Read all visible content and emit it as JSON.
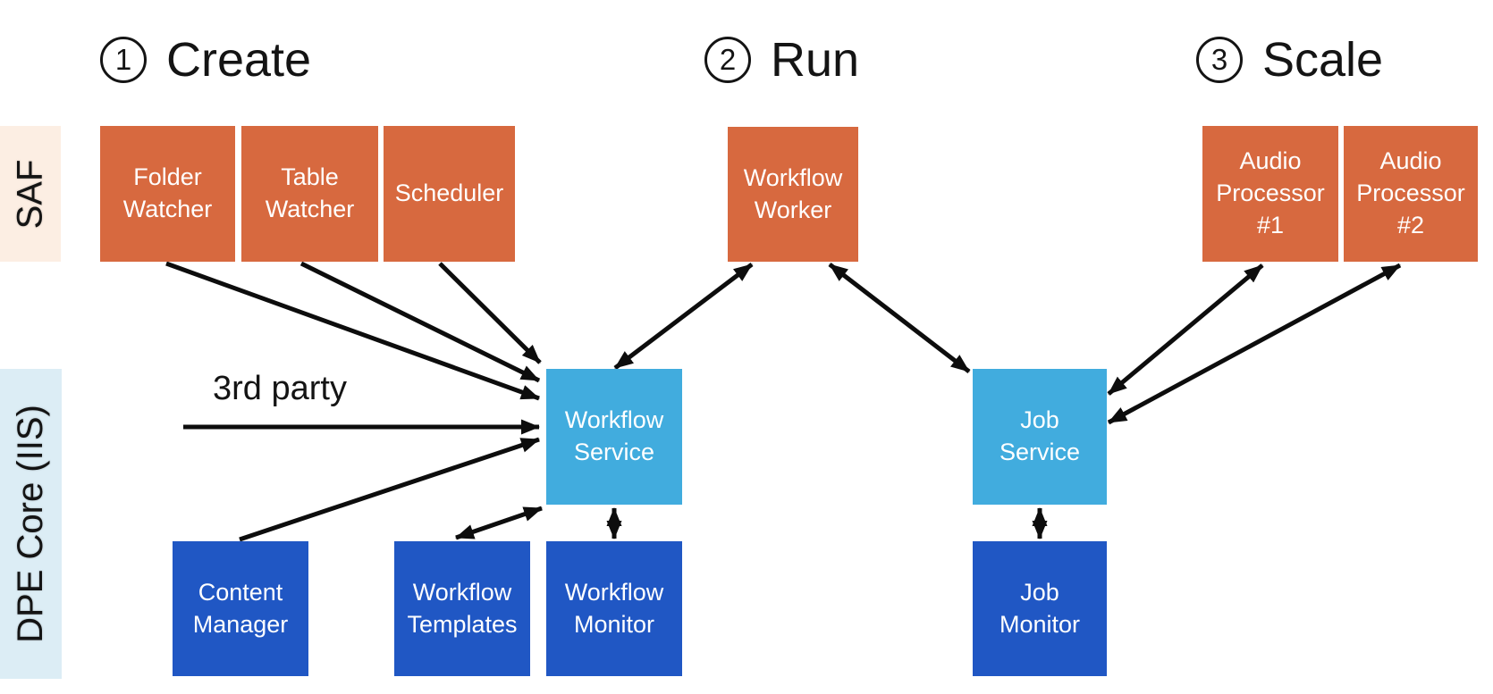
{
  "headers": [
    {
      "number": "1",
      "label": "Create"
    },
    {
      "number": "2",
      "label": "Run"
    },
    {
      "number": "3",
      "label": "Scale"
    }
  ],
  "lanes": [
    {
      "label": "SAF"
    },
    {
      "label": "DPE Core (IIS)"
    }
  ],
  "annotations": {
    "third_party": "3rd party"
  },
  "boxes": {
    "folder_watcher": {
      "label": "Folder\nWatcher",
      "group": "SAF"
    },
    "table_watcher": {
      "label": "Table\nWatcher",
      "group": "SAF"
    },
    "scheduler": {
      "label": "Scheduler",
      "group": "SAF"
    },
    "workflow_worker": {
      "label": "Workflow\nWorker",
      "group": "worker"
    },
    "audio_processor_1": {
      "label": "Audio\nProcessor\n#1",
      "group": "worker"
    },
    "audio_processor_2": {
      "label": "Audio\nProcessor\n#2",
      "group": "worker"
    },
    "workflow_service": {
      "label": "Workflow\nService",
      "group": "DPE Core (IIS)"
    },
    "job_service": {
      "label": "Job\nService",
      "group": "DPE Core (IIS)"
    },
    "content_manager": {
      "label": "Content\nManager",
      "group": "DPE Core (IIS)"
    },
    "workflow_templates": {
      "label": "Workflow\nTemplates",
      "group": "DPE Core (IIS)"
    },
    "workflow_monitor": {
      "label": "Workflow\nMonitor",
      "group": "DPE Core (IIS)"
    },
    "job_monitor": {
      "label": "Job\nMonitor",
      "group": "DPE Core (IIS)"
    }
  },
  "connections": [
    {
      "from": "folder_watcher",
      "to": "workflow_service",
      "direction": "single"
    },
    {
      "from": "table_watcher",
      "to": "workflow_service",
      "direction": "single"
    },
    {
      "from": "scheduler",
      "to": "workflow_service",
      "direction": "single"
    },
    {
      "from": "third_party",
      "to": "workflow_service",
      "direction": "single"
    },
    {
      "from": "content_manager",
      "to": "workflow_service",
      "direction": "single"
    },
    {
      "from": "workflow_service",
      "to": "workflow_worker",
      "direction": "double"
    },
    {
      "from": "workflow_worker",
      "to": "job_service",
      "direction": "double"
    },
    {
      "from": "job_service",
      "to": "audio_processor_1",
      "direction": "double"
    },
    {
      "from": "job_service",
      "to": "audio_processor_2",
      "direction": "double"
    },
    {
      "from": "workflow_service",
      "to": "workflow_templates",
      "direction": "double"
    },
    {
      "from": "workflow_service",
      "to": "workflow_monitor",
      "direction": "double"
    },
    {
      "from": "job_service",
      "to": "job_monitor",
      "direction": "double"
    }
  ],
  "colors": {
    "orange": "#D7693F",
    "light_blue": "#41ACDE",
    "dark_blue": "#2057C4",
    "saf_band": "#FCEEE3",
    "dpe_band": "#DCEDF5",
    "arrow": "#0D0D0D"
  }
}
